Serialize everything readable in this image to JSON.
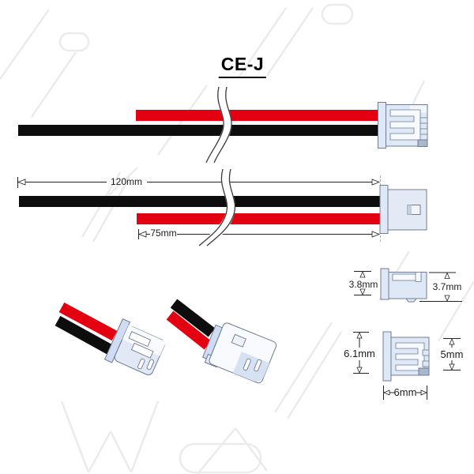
{
  "title": "CE-J",
  "dimensions": {
    "overall_length": "120mm",
    "red_wire_length": "75mm",
    "housing_top_height": "3.8mm",
    "housing_top_depth": "3.7mm",
    "housing_front_height": "6.1mm",
    "housing_inner_height": "5mm",
    "housing_width": "6mm"
  },
  "colors": {
    "wire_red": "#e30010",
    "wire_black": "#0d0d0d",
    "connector_body": "#dfe8f6",
    "connector_flange": "#cfdcf3",
    "connector_highlight": "#f6f9fd",
    "connector_shadow": "#aab6cb",
    "outline": "#707c92",
    "dimension_lines": "#222222",
    "watermark": "#ebebeb"
  }
}
